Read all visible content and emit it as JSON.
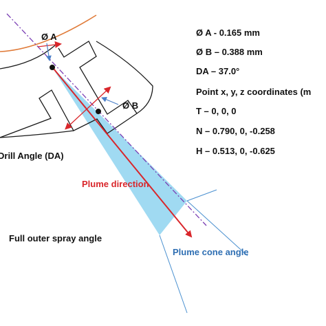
{
  "labels": {
    "dia_a": "Ø A",
    "dia_b": "Ø B",
    "drill_angle": "Drill Angle (DA)",
    "plume_direction": "Plume direction",
    "full_outer_spray_angle": "Full outer spray angle",
    "plume_cone_angle": "Plume cone angle"
  },
  "parameters": [
    "Ø A - 0.165 mm",
    "Ø B – 0.388 mm",
    "DA – 37.0°",
    "Point x, y, z  coordinates (m",
    "T – 0, 0, 0",
    "N – 0.790, 0, -0.258",
    "H – 0.513, 0, -0.625"
  ],
  "colors": {
    "plume_fill": "#8fd3f0",
    "plume_direction": "#d9262b",
    "axis_line": "#7b3fb4",
    "measure_arrow": "#d9262b",
    "annotation_arrow": "#4a7fc8",
    "seat_arc": "#e07b39",
    "plume_cone_label": "#2f6fb3",
    "outline": "#1a1a1a"
  }
}
